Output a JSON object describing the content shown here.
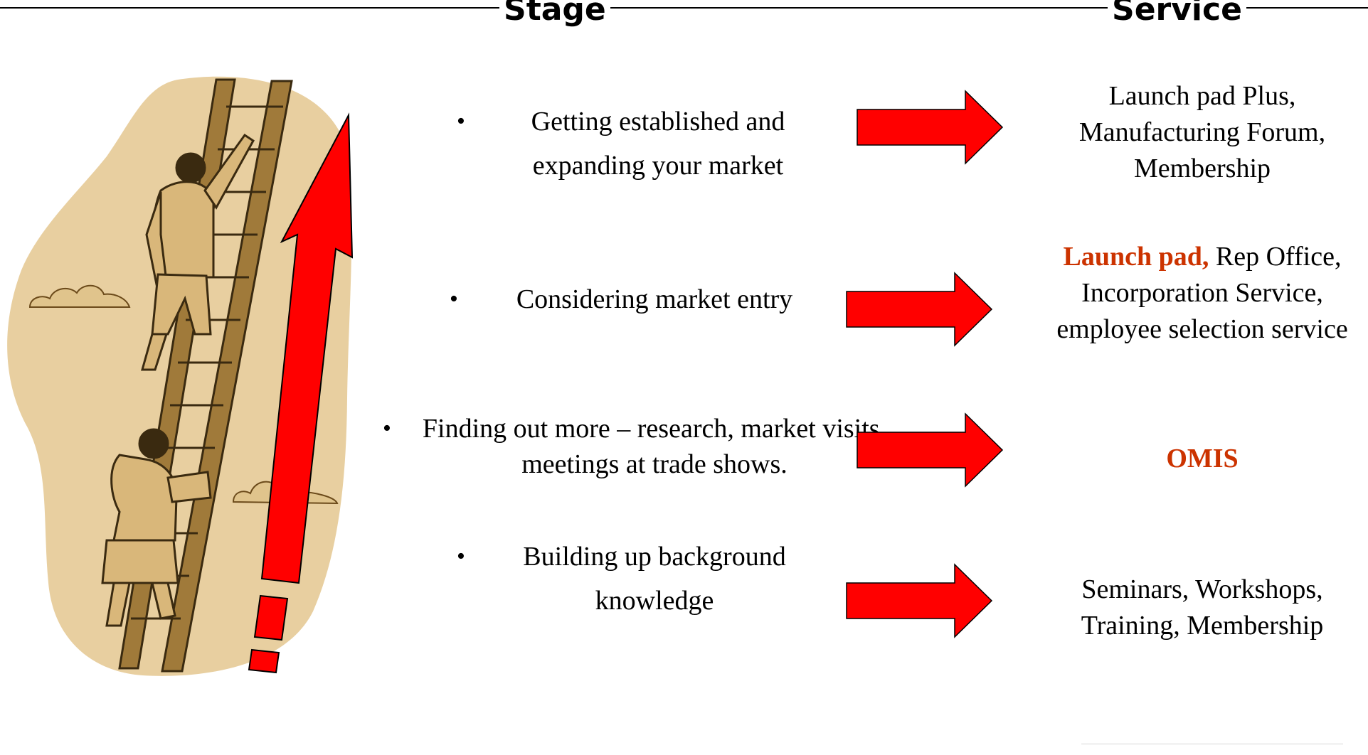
{
  "headings": {
    "stage": "Stage",
    "service": "Service"
  },
  "stages": [
    {
      "bullet": "•",
      "text": "Getting established and expanding  your market"
    },
    {
      "bullet": "•",
      "text": "Considering market entry"
    },
    {
      "bullet": "•",
      "text": "Finding out more – research, market visits, meetings at trade shows."
    },
    {
      "bullet": "•",
      "text": "Building up background knowledge"
    }
  ],
  "services": {
    "s1": "Launch pad Plus, Manufacturing Forum, Membership",
    "s2_highlight": "Launch pad,",
    "s2_rest": " Rep Office, Incorporation Service, employee selection service",
    "s3_highlight": "OMIS",
    "s4": "Seminars, Workshops, Training, Membership"
  },
  "colors": {
    "arrow": "#ff0000",
    "highlight": "#cc3300",
    "blob": "#e8cfa0",
    "ladder": "#a07a3a"
  },
  "icons": {
    "illustration": "people-climbing-ladder",
    "upward": "upward-arrow",
    "connector": "right-arrow"
  }
}
